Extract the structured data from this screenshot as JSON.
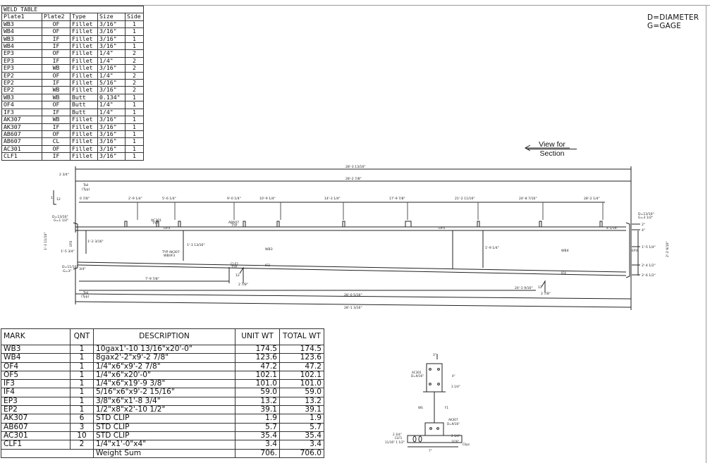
{
  "weld_table": {
    "title": "WELD TABLE",
    "headers": [
      "Plate1",
      "Plate2",
      "Type",
      "Size",
      "Side"
    ],
    "rows": [
      [
        "WB3",
        "OF",
        "Fillet",
        "3/16\"",
        "1"
      ],
      [
        "WB4",
        "OF",
        "Fillet",
        "3/16\"",
        "1"
      ],
      [
        "WB3",
        "IF",
        "Fillet",
        "3/16\"",
        "1"
      ],
      [
        "WB4",
        "IF",
        "Fillet",
        "3/16\"",
        "1"
      ],
      [
        "EP3",
        "OF",
        "Fillet",
        "1/4\"",
        "2"
      ],
      [
        "EP3",
        "IF",
        "Fillet",
        "1/4\"",
        "2"
      ],
      [
        "EP3",
        "WB",
        "Fillet",
        "3/16\"",
        "2"
      ],
      [
        "EP2",
        "OF",
        "Fillet",
        "1/4\"",
        "2"
      ],
      [
        "EP2",
        "IF",
        "Fillet",
        "5/16\"",
        "2"
      ],
      [
        "EP2",
        "WB",
        "Fillet",
        "3/16\"",
        "2"
      ],
      [
        "WB3",
        "WB",
        "Butt",
        "0.134\"",
        "1"
      ],
      [
        "OF4",
        "OF",
        "Butt",
        "1/4\"",
        "1"
      ],
      [
        "IF3",
        "IF",
        "Butt",
        "1/4\"",
        "1"
      ],
      [
        "AK307",
        "WB",
        "Fillet",
        "3/16\"",
        "1"
      ],
      [
        "AK307",
        "IF",
        "Fillet",
        "3/16\"",
        "1"
      ],
      [
        "AB607",
        "OF",
        "Fillet",
        "3/16\"",
        "1"
      ],
      [
        "AB607",
        "CL",
        "Fillet",
        "3/16\"",
        "1"
      ],
      [
        "AC301",
        "OF",
        "Fillet",
        "3/16\"",
        "1"
      ],
      [
        "CLF1",
        "IF",
        "Fillet",
        "3/16\"",
        "1"
      ]
    ]
  },
  "legend": {
    "line1": "D=DIAMETER",
    "line2": "G=GAGE"
  },
  "view_note": {
    "line1": "View for",
    "line2": "Section"
  },
  "drawing": {
    "overall_top": "28'-3 13/16\"",
    "second_top": "28'-2 7/8\"",
    "left_small_dim": "2 3/4\"",
    "tail_top": "Tail",
    "tail_top_sub": "(Typ)",
    "first_hole_dim": "0 7/8\"",
    "hole_dims": [
      "2'-9 1/4\"",
      "5'-6 1/4\"",
      "9'-0 1/4\"",
      "10'-9 1/4\"",
      "14'-3 1/4\"",
      "17'-9 7/8\"",
      "21'-2 11/16\"",
      "24'-8 7/16\"",
      "28'-2 1/4\""
    ],
    "label_ac301": "AC301",
    "label_ac301_typ": "TYP",
    "label_of4": "OF4",
    "label_ab607": "AB607",
    "label_ab607_typ": "TYP",
    "label_of5": "OF5",
    "label_wb3": "WB3",
    "label_wb4": "WB4",
    "label_if3": "IF3",
    "label_if4": "IF4",
    "label_ep2": "EP2",
    "label_ep3": "EP3",
    "label_ak307_typ": "TYP AK307",
    "label_ak307_sub": "WB/IF3",
    "label_clf1": "CLF1",
    "label_clf1_typ": "TYP",
    "left_d": "D=13/16\"",
    "left_g": "G=1 1/2\"",
    "left_1": "1'-2 3/16\"",
    "left_2": "1'-3 13/16\"",
    "left_3": "1'-5 3/4\"",
    "left_4": "1'-3 11/16\"",
    "left_pitch": "12",
    "left_pitch_rise": "1",
    "left_d2": "D=11/16\"",
    "left_g2": "G=3\"",
    "left_bottom_dim": "3/4\"",
    "mid_dim_left": "7'-9 7/8\"",
    "mid_dim_ak": "24'-1 9/16\"",
    "mid_pitch": "12",
    "mid_pitch_rise": "2 7/8\"",
    "right_pitch": "12",
    "right_pitch_rise": "2 7/8\"",
    "web_dim_right": "1'-9 1/4\"",
    "right_d": "D=13/16\"",
    "right_g": "G=3 1/2\"",
    "right_4_1_16": "4 1/16\"",
    "right_dims": [
      "2\"",
      "4\"",
      "1'-5 1/4\"",
      "2'-4 1/2\"",
      "2'-6 1/2\""
    ],
    "right_total": "2'-2 9/16\"",
    "bottom_1": "28'-0 5/16\"",
    "bottom_2": "28'-1 3/16\"",
    "tail_bottom": "Tail",
    "tail_bottom_sub": "(Typ)"
  },
  "section_detail": {
    "ac301": "AC301",
    "ac301_d": "D=9/16\"",
    "dim_4": "4\"",
    "dim_3": "3\"",
    "dim_3_1_4": "3 1/4\"",
    "ws": "WS",
    "f1": "F1",
    "ak307": "AK307",
    "ak307_d": "D=9/16\"",
    "dim_2_3_4": "2 3/4\"",
    "clf1": "CLF1",
    "clf1_d": "11/16\" 1 1/2\"",
    "dim_2_1_4": "2 1/4\"",
    "dim_3_16": "3/16\"",
    "dim_7": "7\"",
    "clips": "Clips"
  },
  "bom": {
    "headers": [
      "MARK",
      "QNT",
      "DESCRIPTION",
      "UNIT WT",
      "TOTAL WT"
    ],
    "rows": [
      [
        "WB3",
        "1",
        "10gax1'-10 13/16\"x20'-0\"",
        "174.5",
        "174.5"
      ],
      [
        "WB4",
        "1",
        "8gax2'-2\"x9'-2 7/8\"",
        "123.6",
        "123.6"
      ],
      [
        "OF4",
        "1",
        "1/4\"x6\"x9'-2 7/8\"",
        "47.2",
        "47.2"
      ],
      [
        "OF5",
        "1",
        "1/4\"x6\"x20'-0\"",
        "102.1",
        "102.1"
      ],
      [
        "IF3",
        "1",
        "1/4\"x6\"x19'-9 3/8\"",
        "101.0",
        "101.0"
      ],
      [
        "IF4",
        "1",
        "5/16\"x6\"x9'-2 15/16\"",
        "59.0",
        "59.0"
      ],
      [
        "EP3",
        "1",
        "3/8\"x6\"x1'-8 3/4\"",
        "13.2",
        "13.2"
      ],
      [
        "EP2",
        "1",
        "1/2\"x8\"x2'-10 1/2\"",
        "39.1",
        "39.1"
      ],
      [
        "AK307",
        "6",
        "STD CLIP",
        "1.9",
        "1.9"
      ],
      [
        "AB607",
        "3",
        "STD CLIP",
        "5.7",
        "5.7"
      ],
      [
        "AC301",
        "10",
        "STD CLIP",
        "35.4",
        "35.4"
      ],
      [
        "CLF1",
        "2",
        "1/4\"x1'-0\"x4\"",
        "3.4",
        "3.4"
      ]
    ],
    "sum_label": "Weight Sum",
    "sum_unit": "706.",
    "sum_total": "706.0"
  }
}
